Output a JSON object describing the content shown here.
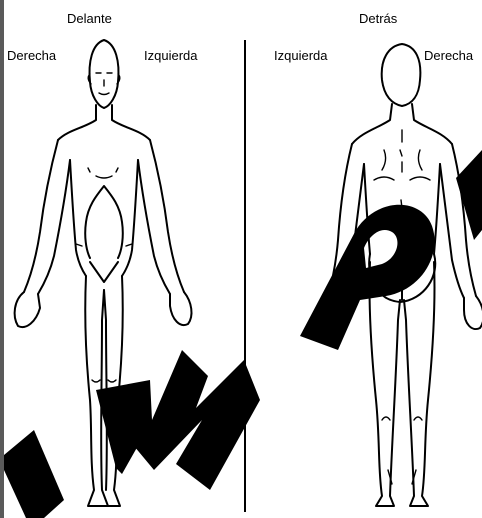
{
  "front": {
    "heading": "Delante",
    "side_right": "Derecha",
    "side_left": "Izquierda"
  },
  "back": {
    "heading": "Detrás",
    "side_left": "Izquierda",
    "side_right": "Derecha"
  },
  "watermark": {
    "text": "M P",
    "color": "#000000"
  },
  "colors": {
    "frame": "#5a5a5a",
    "paper": "#ffffff",
    "ink": "#000000"
  }
}
